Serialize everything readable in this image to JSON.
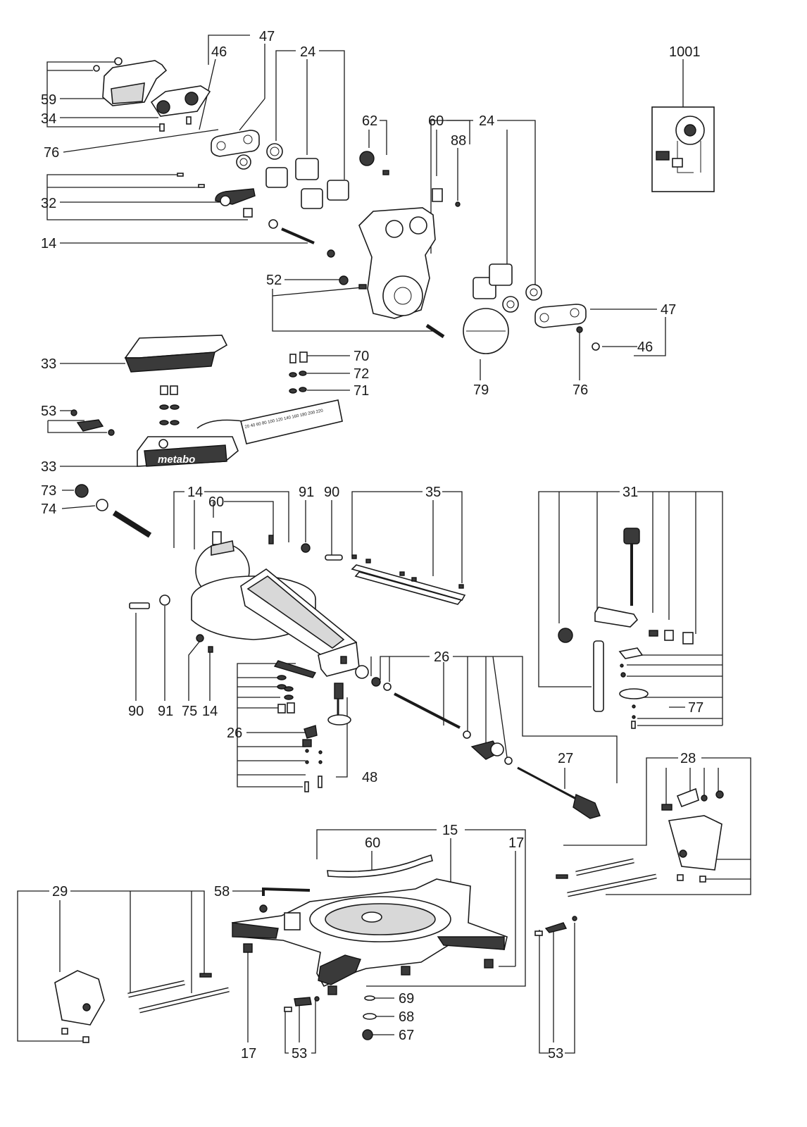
{
  "callouts": [
    {
      "id": "c47a",
      "text": "47"
    },
    {
      "id": "c46a",
      "text": "46"
    },
    {
      "id": "c24a",
      "text": "24"
    },
    {
      "id": "c59",
      "text": "59"
    },
    {
      "id": "c34",
      "text": "34"
    },
    {
      "id": "c76a",
      "text": "76"
    },
    {
      "id": "c32",
      "text": "32"
    },
    {
      "id": "c14a",
      "text": "14"
    },
    {
      "id": "c62",
      "text": "62"
    },
    {
      "id": "c60a",
      "text": "60"
    },
    {
      "id": "c88",
      "text": "88"
    },
    {
      "id": "c24b",
      "text": "24"
    },
    {
      "id": "c52",
      "text": "52"
    },
    {
      "id": "c47b",
      "text": "47"
    },
    {
      "id": "c46b",
      "text": "46"
    },
    {
      "id": "c79",
      "text": "79"
    },
    {
      "id": "c76b",
      "text": "76"
    },
    {
      "id": "c1001",
      "text": "1001"
    },
    {
      "id": "c33a",
      "text": "33"
    },
    {
      "id": "c70",
      "text": "70"
    },
    {
      "id": "c72",
      "text": "72"
    },
    {
      "id": "c71",
      "text": "71"
    },
    {
      "id": "c53a",
      "text": "53"
    },
    {
      "id": "c33b",
      "text": "33"
    },
    {
      "id": "c73",
      "text": "73"
    },
    {
      "id": "c74",
      "text": "74"
    },
    {
      "id": "c14b",
      "text": "14"
    },
    {
      "id": "c60b",
      "text": "60"
    },
    {
      "id": "c91a",
      "text": "91"
    },
    {
      "id": "c90a",
      "text": "90"
    },
    {
      "id": "c35",
      "text": "35"
    },
    {
      "id": "c31",
      "text": "31"
    },
    {
      "id": "c90b",
      "text": "90"
    },
    {
      "id": "c91b",
      "text": "91"
    },
    {
      "id": "c75",
      "text": "75"
    },
    {
      "id": "c14c",
      "text": "14"
    },
    {
      "id": "c26a",
      "text": "26"
    },
    {
      "id": "c26b",
      "text": "26"
    },
    {
      "id": "c48",
      "text": "48"
    },
    {
      "id": "c77",
      "text": "77"
    },
    {
      "id": "c27",
      "text": "27"
    },
    {
      "id": "c28",
      "text": "28"
    },
    {
      "id": "c15",
      "text": "15"
    },
    {
      "id": "c60c",
      "text": "60"
    },
    {
      "id": "c17a",
      "text": "17"
    },
    {
      "id": "c29",
      "text": "29"
    },
    {
      "id": "c58",
      "text": "58"
    },
    {
      "id": "c69",
      "text": "69"
    },
    {
      "id": "c68",
      "text": "68"
    },
    {
      "id": "c67",
      "text": "67"
    },
    {
      "id": "c17b",
      "text": "17"
    },
    {
      "id": "c53b",
      "text": "53"
    },
    {
      "id": "c53c",
      "text": "53"
    }
  ],
  "scale_label": "20 40 60 80 100 120 140 160 180 200 220",
  "brand_label": "metabo"
}
